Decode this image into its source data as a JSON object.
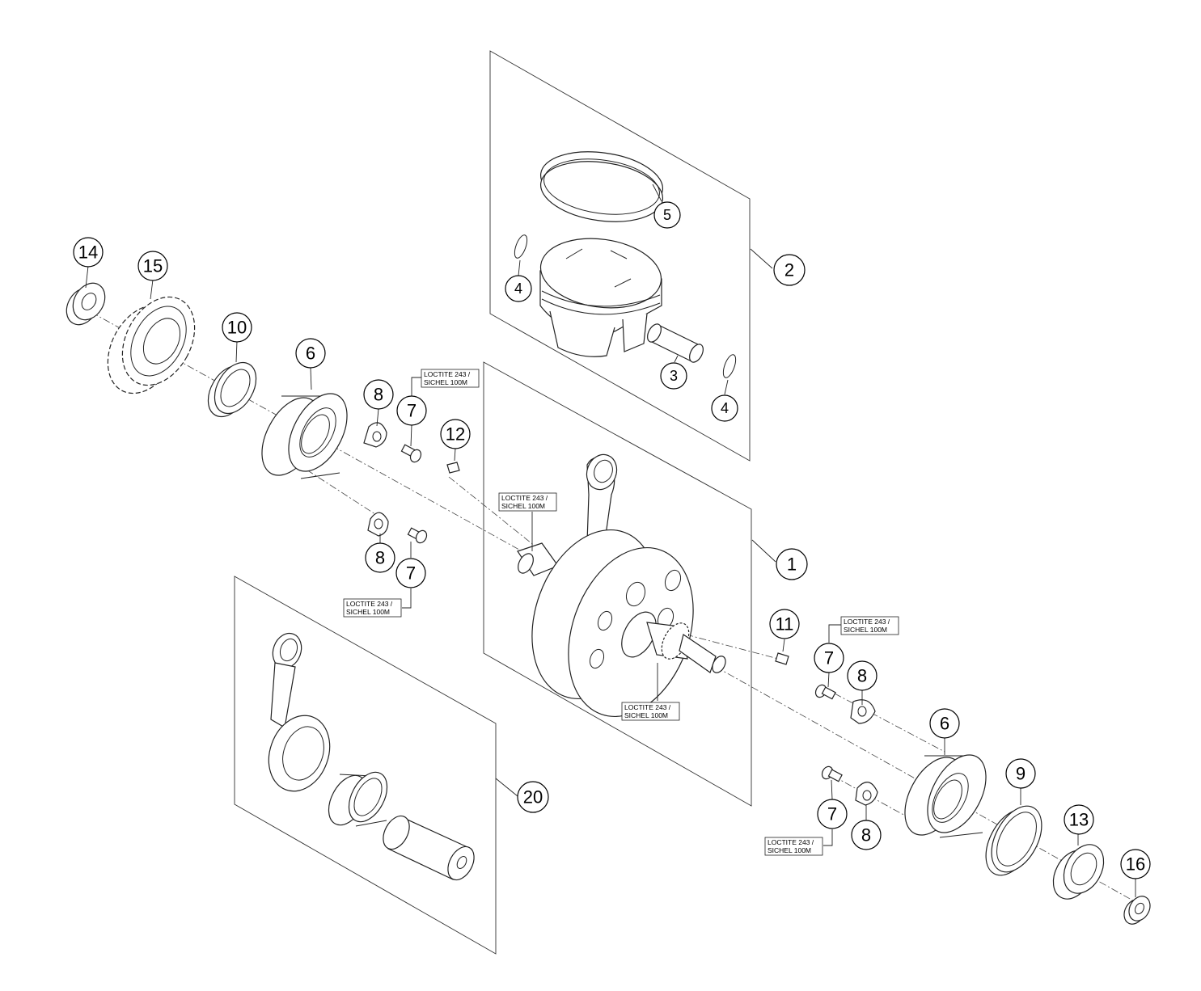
{
  "callouts": {
    "c1": "1",
    "c2": "2",
    "c3": "3",
    "c4a": "4",
    "c4b": "4",
    "c5": "5",
    "c6a": "6",
    "c6b": "6",
    "c7a": "7",
    "c7b": "7",
    "c7c": "7",
    "c7d": "7",
    "c8a": "8",
    "c8b": "8",
    "c8c": "8",
    "c8d": "8",
    "c9": "9",
    "c10": "10",
    "c11": "11",
    "c12": "12",
    "c13": "13",
    "c14": "14",
    "c15": "15",
    "c16": "16",
    "c20": "20"
  },
  "notes": {
    "n1": [
      "LOCTITE 243 /",
      "SICHEL 100M"
    ],
    "n2": [
      "LOCTITE 243 /",
      "SICHEL 100M"
    ],
    "n3": [
      "LOCTITE 243 /",
      "SICHEL 100M"
    ],
    "n4": [
      "LOCTITE 243 /",
      "SICHEL 100M"
    ],
    "n5": [
      "LOCTITE 243 /",
      "SICHEL 100M"
    ],
    "n6": [
      "LOCTITE 243 /",
      "SICHEL 100M"
    ]
  }
}
